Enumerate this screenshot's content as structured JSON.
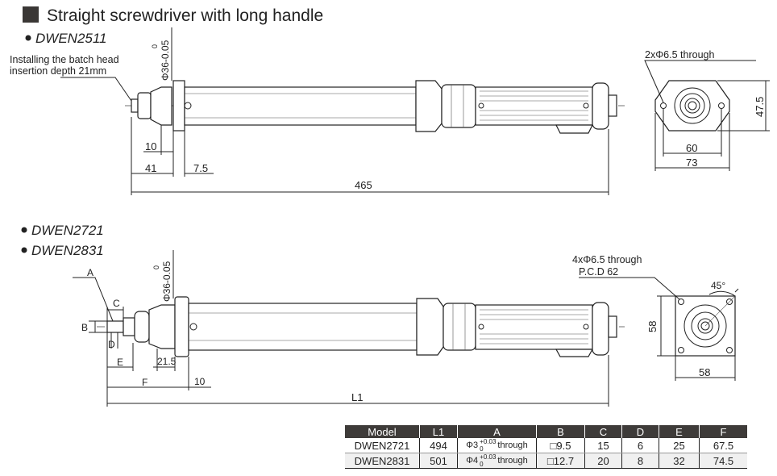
{
  "title": "Straight screwdriver with long handle",
  "top": {
    "model": "DWEN2511",
    "note_line1": "Installing the batch head",
    "note_line2": "insertion depth 21mm",
    "diameter": "Φ36-0.05",
    "diameter_upper": "0",
    "dim_10": "10",
    "dim_41": "41",
    "dim_7_5": "7.5",
    "dim_465": "465",
    "flange_holes": "2xΦ6.5 through",
    "dim_60": "60",
    "dim_73": "73",
    "dim_47_5": "47.5"
  },
  "bottom": {
    "model_1": "DWEN2721",
    "model_2": "DWEN2831",
    "diameter": "Φ36-0.05",
    "diameter_upper": "0",
    "label_a": "A",
    "label_b": "B",
    "label_c": "C",
    "label_d": "D",
    "label_e": "E",
    "label_f": "F",
    "label_l1": "L1",
    "dim_21_5": "21.5",
    "dim_10": "10",
    "flange_holes": "4xΦ6.5 through",
    "pcd": "P.C.D 62",
    "angle": "45°",
    "dim_58_v": "58",
    "dim_58_h": "58"
  },
  "table": {
    "headers": [
      "Model",
      "L1",
      "A",
      "B",
      "C",
      "D",
      "E",
      "F"
    ],
    "rows": [
      {
        "model": "DWEN2721",
        "l1": "494",
        "a": "Φ3",
        "a_tol_upper": "+0.03",
        "a_tol_lower": "0",
        "a_suffix": "through",
        "b": "□9.5",
        "c": "15",
        "d": "6",
        "e": "25",
        "f": "67.5"
      },
      {
        "model": "DWEN2831",
        "l1": "501",
        "a": "Φ4",
        "a_tol_upper": "+0.03",
        "a_tol_lower": "0",
        "a_suffix": "through",
        "b": "□12.7",
        "c": "20",
        "d": "8",
        "e": "32",
        "f": "74.5"
      }
    ]
  }
}
